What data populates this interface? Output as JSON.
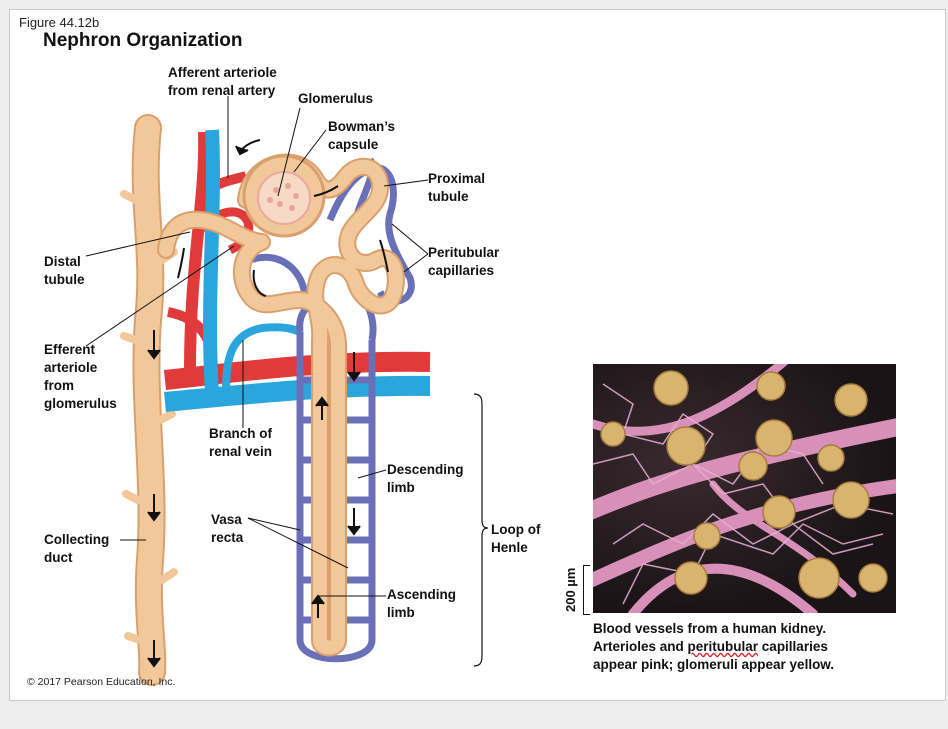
{
  "figure_number": "Figure 44.12b",
  "title": "Nephron Organization",
  "labels": {
    "afferent": "Afferent arteriole\nfrom renal artery",
    "glomerulus": "Glomerulus",
    "bowmans": "Bowman’s\ncapsule",
    "proximal": "Proximal\ntubule",
    "peritubular": "Peritubular\ncapillaries",
    "distal": "Distal\ntubule",
    "efferent": "Efferent\narteriole\nfrom\nglomerulus",
    "branch_vein": "Branch of\nrenal vein",
    "descending": "Descending\nlimb",
    "vasa_recta": "Vasa\nrecta",
    "collecting": "Collecting\nduct",
    "loop": "Loop of\nHenle",
    "ascending": "Ascending\nlimb"
  },
  "micrograph": {
    "scale": "200 µm",
    "caption_line1": "Blood vessels from a human kidney.",
    "caption_line2a": "Arterioles and ",
    "caption_line2b": "peritubular",
    "caption_line2c": " capillaries",
    "caption_line3": "appear pink; glomeruli appear yellow."
  },
  "copyright": "© 2017 Pearson Education, Inc.",
  "colors": {
    "tubule": "#f2c89a",
    "tubule_edge": "#d9a06e",
    "artery": "#e03a3a",
    "vein": "#2aa6dc",
    "capillary": "#6a70b8",
    "vessel_pink": "#d88fb8",
    "glomerulus_yellow": "#d8b470"
  }
}
